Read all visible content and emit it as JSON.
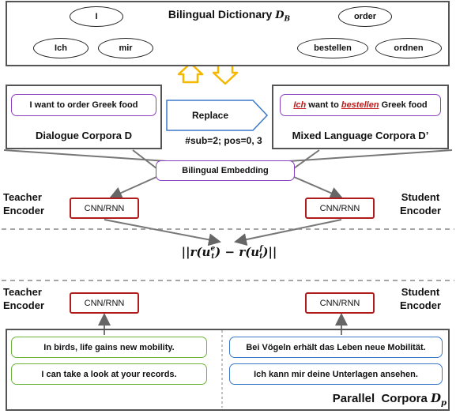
{
  "dictionary": {
    "title": "Bilingual Dictionary",
    "title_symbol": "D",
    "title_subscript": "B",
    "tree1": {
      "root": "I",
      "children": [
        "Ich",
        "mir"
      ]
    },
    "tree2": {
      "root": "order",
      "children": [
        "bestellen",
        "ordnen"
      ]
    }
  },
  "dialogue": {
    "sentence": "I want to order Greek food",
    "caption": "Dialogue Corpora D"
  },
  "replace": {
    "label": "Replace",
    "params": "#sub=2; pos=0, 3"
  },
  "mixed": {
    "word1": "Ich",
    "text1": " want to ",
    "word2": "bestellen",
    "text2": " Greek food",
    "caption": "Mixed Language Corpora D’"
  },
  "embedding": {
    "label": "Bilingual Embedding"
  },
  "teacher": {
    "line1": "Teacher",
    "line2": "Encoder",
    "encoder": "CNN/RNN"
  },
  "student": {
    "line1": "Student",
    "line2": "Encoder",
    "encoder": "CNN/RNN"
  },
  "loss": {
    "open": "||",
    "r1": "r(u",
    "sub1": "t",
    "sup1": "e",
    "minus": ") − ",
    "r2": "r(u",
    "sub2": "t",
    "sup2": "f",
    "close": ")||"
  },
  "parallel": {
    "english": [
      "In birds, life gains new mobility.",
      "I can take a look at your records."
    ],
    "german": [
      "Bei Vögeln erhält das Leben neue Mobilität.",
      "Ich kann mir deine Unterlagen ansehen."
    ],
    "caption": "Parallel  Corpora",
    "caption_symbol": "D",
    "caption_subscript": "p"
  },
  "colors": {
    "encoder_border": "#b01c1c",
    "embedding_border": "#8a3fbf",
    "english_border": "#6bb33a",
    "german_border": "#3b78c8",
    "arrow_yellow": "#f5b800",
    "replace_border": "#3b78c8"
  }
}
